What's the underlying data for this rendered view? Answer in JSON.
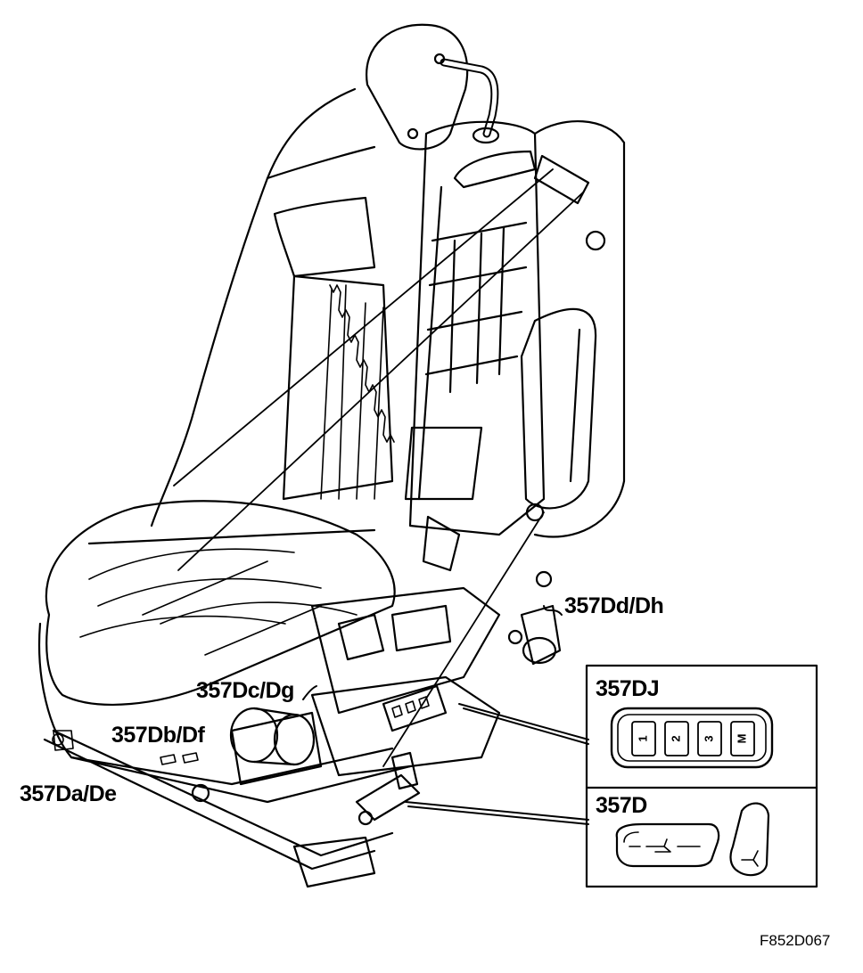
{
  "labels": {
    "front_height_motor": "357Dd/Dh",
    "rear_height_motor": "357Dc/Dg",
    "tilt_motor": "357Db/Df",
    "length_motor": "357Da/De",
    "memory_panel": "357DJ",
    "seat_switch": "357D"
  },
  "memory_buttons": [
    "1",
    "2",
    "3",
    "M"
  ],
  "figure_code": "F852D067"
}
